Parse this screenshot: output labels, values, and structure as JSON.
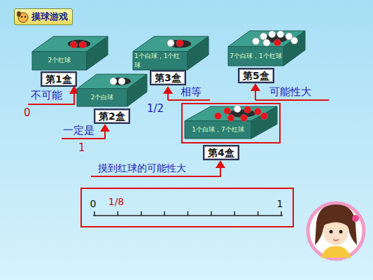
{
  "diagram": {
    "title": "摸球游戏",
    "nodes": [
      {
        "text": [
          "2个红球"
        ]
      },
      {
        "text": [
          "第1盒"
        ]
      },
      {
        "text": [
          "1个白球，1个红球"
        ]
      },
      {
        "text": [
          "第3盒"
        ]
      },
      {
        "text": [
          "7个白球，1个红球"
        ]
      },
      {
        "text": [
          "第5盒"
        ]
      },
      {
        "text": [
          "2个白球"
        ]
      },
      {
        "text": [
          "第2盒"
        ]
      },
      {
        "text": [
          "1个白球，7个红球"
        ]
      },
      {
        "text": [
          "第4盒"
        ]
      },
      {
        "text": [
          "0",
          "1/8",
          "1"
        ]
      }
    ],
    "labels": [
      "不可能",
      "0",
      "一定是",
      "1",
      "相等",
      "1/2",
      "摸到红球的可能性大",
      "可能性大"
    ]
  }
}
